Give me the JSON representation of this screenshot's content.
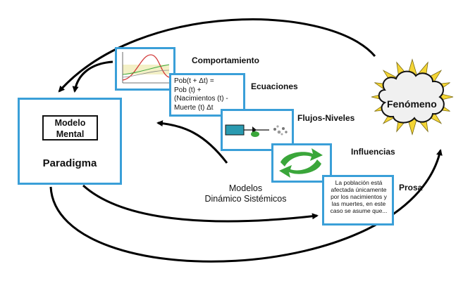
{
  "paradigm": {
    "mental_model": [
      "Modelo",
      "Mental"
    ],
    "label": "Paradigma"
  },
  "levels": {
    "comportamiento": "Comportamiento",
    "ecuaciones": "Ecuaciones",
    "flujos_niveles": "Flujos-Niveles",
    "influencias": "Influencias",
    "prosa": "Prosa"
  },
  "equation_lines": [
    "Pob(t + Δt) =",
    "Pob (t) +",
    "(Nacimientos (t) -",
    "Muerte (t) Δt"
  ],
  "prosa_text": "La población está afectada únicamente por los nacimientos y las muertes, en este caso se asume que...",
  "center_label": [
    "Modelos",
    "Dinámico Sistémicos"
  ],
  "phenomenon": "Fenómeno",
  "colors": {
    "box_border": "#3a9fd8",
    "arrow": "#000000",
    "starburst": "#f4d535",
    "cloud": "#f0f0f0",
    "loop_green": "#3aa63a"
  }
}
